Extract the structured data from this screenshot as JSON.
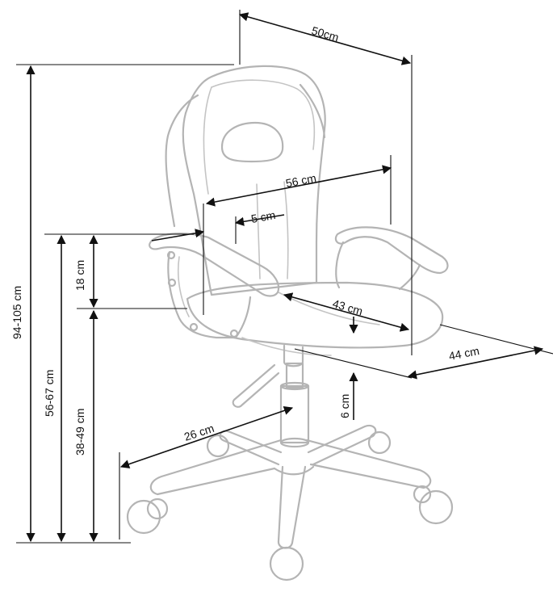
{
  "dimensions": {
    "back_width": "50cm",
    "armrest_span": "56 cm",
    "armrest_width": "5 cm",
    "seat_depth": "43 cm",
    "seat_width": "44 cm",
    "armrest_height_above_seat": "18 cm",
    "seat_height": "38-49 cm",
    "armrest_height": "56-67 cm",
    "total_height": "94-105 cm",
    "seat_adjustment": "6 cm",
    "base_radius": "26 cm"
  },
  "colors": {
    "chair_outline": "#b4b4b4",
    "dimension_lines": "#111111"
  }
}
